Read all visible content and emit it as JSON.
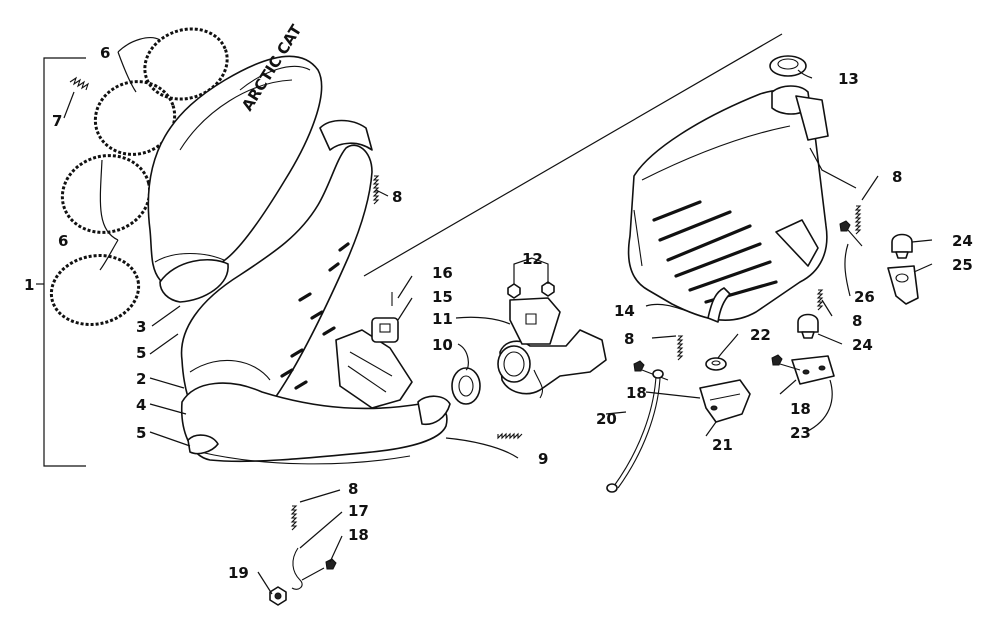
{
  "callouts": [
    {
      "id": "c1",
      "text": "1"
    },
    {
      "id": "c2",
      "text": "2"
    },
    {
      "id": "c3",
      "text": "3"
    },
    {
      "id": "c4",
      "text": "4"
    },
    {
      "id": "c5a",
      "text": "5"
    },
    {
      "id": "c5b",
      "text": "5"
    },
    {
      "id": "c6a",
      "text": "6"
    },
    {
      "id": "c6b",
      "text": "6"
    },
    {
      "id": "c7",
      "text": "7"
    },
    {
      "id": "c8a",
      "text": "8"
    },
    {
      "id": "c8b",
      "text": "8"
    },
    {
      "id": "c8c",
      "text": "8"
    },
    {
      "id": "c8d",
      "text": "8"
    },
    {
      "id": "c8e",
      "text": "8"
    },
    {
      "id": "c9",
      "text": "9"
    },
    {
      "id": "c10",
      "text": "10"
    },
    {
      "id": "c11",
      "text": "11"
    },
    {
      "id": "c12",
      "text": "12"
    },
    {
      "id": "c13",
      "text": "13"
    },
    {
      "id": "c14",
      "text": "14"
    },
    {
      "id": "c15",
      "text": "15"
    },
    {
      "id": "c16",
      "text": "16"
    },
    {
      "id": "c17",
      "text": "17"
    },
    {
      "id": "c18a",
      "text": "18"
    },
    {
      "id": "c18b",
      "text": "18"
    },
    {
      "id": "c18c",
      "text": "18"
    },
    {
      "id": "c19",
      "text": "19"
    },
    {
      "id": "c20",
      "text": "20"
    },
    {
      "id": "c21",
      "text": "21"
    },
    {
      "id": "c22",
      "text": "22"
    },
    {
      "id": "c23",
      "text": "23"
    },
    {
      "id": "c24a",
      "text": "24"
    },
    {
      "id": "c24b",
      "text": "24"
    },
    {
      "id": "c25",
      "text": "25"
    },
    {
      "id": "c26",
      "text": "26"
    }
  ],
  "muffler_stamp": "ARCTIC CAT"
}
